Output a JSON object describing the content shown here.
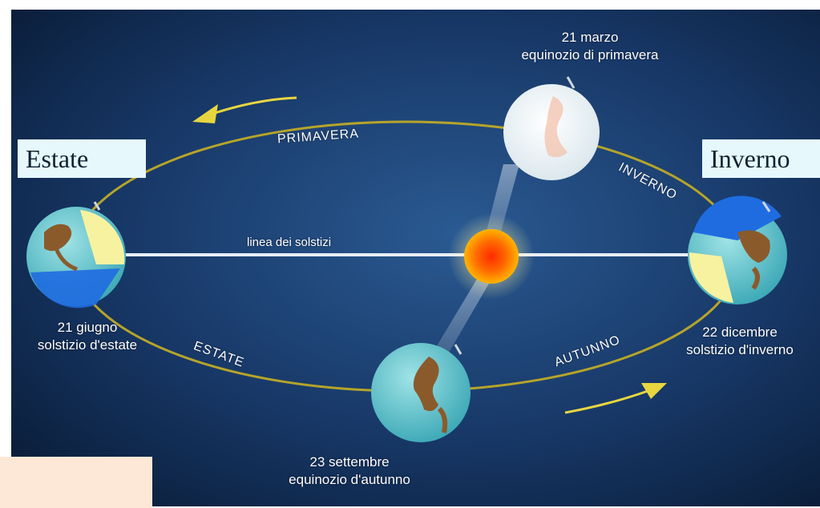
{
  "colors": {
    "background_dark": "#0e2445",
    "background_mid": "#1e3f6f",
    "orbit": "#b6a42a",
    "solstice_line": "#e8eef7",
    "sun_core": "#ff8a00",
    "caption_bg": "#e6f8fb",
    "note_bg": "#fde7d6",
    "arrow_yellow": "#e8d640"
  },
  "captions": {
    "left": "Estate",
    "right": "Inverno"
  },
  "season_labels": {
    "spring": "PRIMAVERA",
    "winter": "INVERNO",
    "summer": "ESTATE",
    "autumn": "AUTUNNO"
  },
  "line_label": "linea dei solstizi",
  "events": {
    "march": {
      "date": "21 marzo",
      "name": "equinozio di primavera"
    },
    "june": {
      "date": "21 giugno",
      "name": "solstizio d'estate"
    },
    "september": {
      "date": "23 settembre",
      "name": "equinozio d'autunno"
    },
    "december": {
      "date": "22 dicembre",
      "name": "solstizio d'inverno"
    }
  },
  "icons": {
    "sun": "sun-icon",
    "earth": "earth-globe-icon",
    "arrow": "orbit-direction-arrow-icon"
  }
}
